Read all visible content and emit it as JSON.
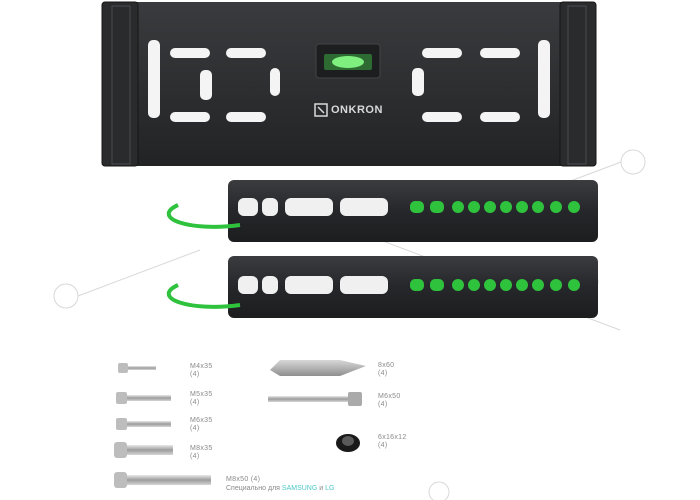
{
  "brand": {
    "logo_text": "ONKRON"
  },
  "parts": {
    "screws": [
      {
        "name": "M4x35",
        "qty": "(4)"
      },
      {
        "name": "M5x35",
        "qty": "(4)"
      },
      {
        "name": "M6x35",
        "qty": "(4)"
      },
      {
        "name": "M8x35",
        "qty": "(4)"
      }
    ],
    "long_screw": {
      "name": "M8x50 (4)",
      "note_prefix": "Специально для",
      "brand_a": "SAMSUNG",
      "and": "и",
      "brand_b": "LG"
    },
    "anchor": {
      "name": "8x60",
      "qty": "(4)"
    },
    "lag_bolt": {
      "name": "M6x50",
      "qty": "(4)"
    },
    "spacer": {
      "name": "6x16x12",
      "qty": "(4)"
    }
  },
  "colors": {
    "metal": "#2c2d2f",
    "accent_green": "#2fc23d",
    "label_gray": "#8a8a8a",
    "brand_cyan": "#4fc7c7"
  }
}
